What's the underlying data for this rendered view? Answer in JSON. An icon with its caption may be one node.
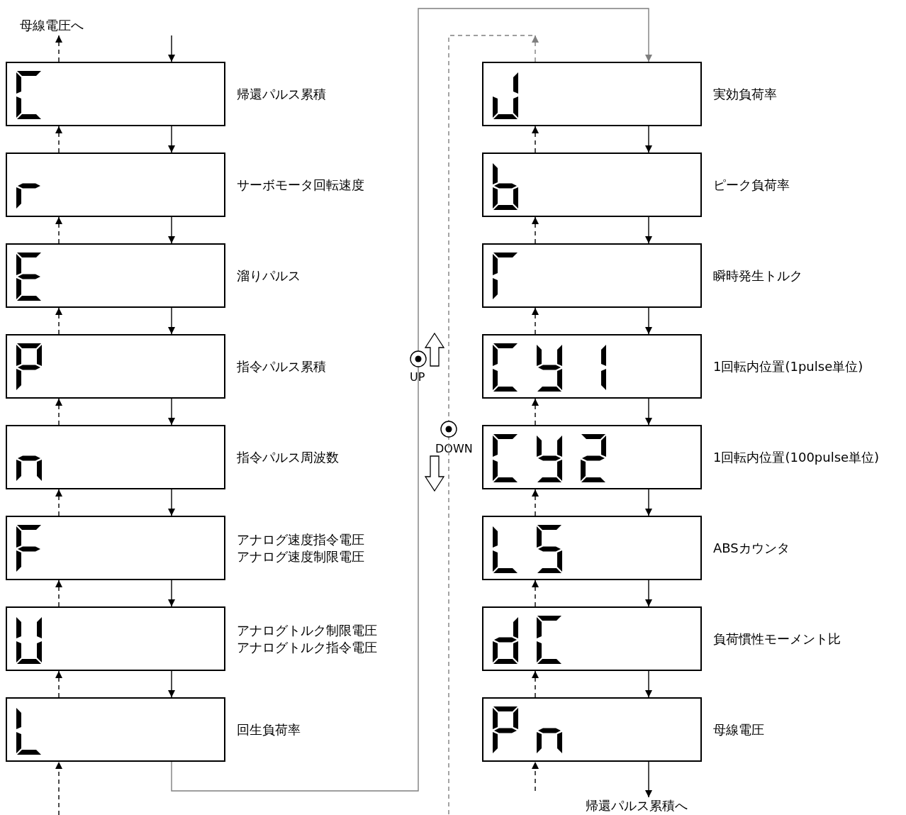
{
  "diagram": {
    "nodes": [
      {
        "text": [
          "母線電圧へ"
        ]
      },
      {
        "text": [
          "帰還パルス累積"
        ]
      },
      {
        "text": [
          "サーボモータ回転速度"
        ]
      },
      {
        "text": [
          "溜りパルス"
        ]
      },
      {
        "text": [
          "指令パルス累積"
        ]
      },
      {
        "text": [
          "指令パルス周波数"
        ]
      },
      {
        "text": [
          "アナログ速度指令電圧",
          "アナログ速度制限電圧"
        ]
      },
      {
        "text": [
          "アナログトルク制限電圧",
          "アナログトルク指令電圧"
        ]
      },
      {
        "text": [
          "回生負荷率"
        ]
      },
      {
        "text": [
          "実効負荷率"
        ]
      },
      {
        "text": [
          "ピーク負荷率"
        ]
      },
      {
        "text": [
          "瞬時発生トルク"
        ]
      },
      {
        "text": [
          "1回転内位置(1pulse単位)"
        ]
      },
      {
        "text": [
          "1回転内位置(100pulse単位)"
        ]
      },
      {
        "text": [
          "ABSカウンタ"
        ]
      },
      {
        "text": [
          "負荷慣性モーメント比"
        ]
      },
      {
        "text": [
          "母線電圧"
        ]
      },
      {
        "text": [
          "帰還パルス累積へ"
        ]
      }
    ],
    "edges": [
      {
        "from": null,
        "to": 1,
        "arrow": "to"
      },
      {
        "from": 1,
        "to": 2,
        "arrow": "to"
      },
      {
        "from": 2,
        "to": 3,
        "arrow": "to"
      },
      {
        "from": 3,
        "to": 4,
        "arrow": "to"
      },
      {
        "from": 4,
        "to": 5,
        "arrow": "to"
      },
      {
        "from": 5,
        "to": 6,
        "arrow": "to"
      },
      {
        "from": 6,
        "to": 7,
        "arrow": "to"
      },
      {
        "from": 7,
        "to": 8,
        "arrow": "to"
      },
      {
        "from": 8,
        "to": 9,
        "arrow": "to",
        "color": "#7f7f7f"
      },
      {
        "from": 9,
        "to": 10,
        "arrow": "to"
      },
      {
        "from": 10,
        "to": 11,
        "arrow": "to"
      },
      {
        "from": 11,
        "to": 12,
        "arrow": "to"
      },
      {
        "from": 12,
        "to": 13,
        "arrow": "to"
      },
      {
        "from": 13,
        "to": 14,
        "arrow": "to"
      },
      {
        "from": 14,
        "to": 15,
        "arrow": "to"
      },
      {
        "from": 15,
        "to": 16,
        "arrow": "to"
      },
      {
        "from": 16,
        "to": 17,
        "arrow": "to"
      },
      {
        "from": 1,
        "to": 0,
        "arrow": "to",
        "style": "dashed"
      },
      {
        "from": 2,
        "to": 1,
        "arrow": "to",
        "style": "dashed"
      },
      {
        "from": 3,
        "to": 2,
        "arrow": "to",
        "style": "dashed"
      },
      {
        "from": 4,
        "to": 3,
        "arrow": "to",
        "style": "dashed"
      },
      {
        "from": 5,
        "to": 4,
        "arrow": "to",
        "style": "dashed"
      },
      {
        "from": 6,
        "to": 5,
        "arrow": "to",
        "style": "dashed"
      },
      {
        "from": 7,
        "to": 6,
        "arrow": "to",
        "style": "dashed"
      },
      {
        "from": 8,
        "to": 7,
        "arrow": "to",
        "style": "dashed"
      },
      {
        "from": null,
        "to": 8,
        "arrow": "to",
        "style": "dashed"
      },
      {
        "from": 9,
        "to": null,
        "arrow": "to",
        "style": "dashed",
        "color": "#7f7f7f"
      },
      {
        "from": 10,
        "to": 9,
        "arrow": "to",
        "style": "dashed"
      },
      {
        "from": 11,
        "to": 10,
        "arrow": "to",
        "style": "dashed"
      },
      {
        "from": 12,
        "to": 11,
        "arrow": "to",
        "style": "dashed"
      },
      {
        "from": 13,
        "to": 12,
        "arrow": "to",
        "style": "dashed"
      },
      {
        "from": 14,
        "to": 13,
        "arrow": "to",
        "style": "dashed"
      },
      {
        "from": 15,
        "to": 14,
        "arrow": "to",
        "style": "dashed"
      },
      {
        "from": 16,
        "to": 15,
        "arrow": "to",
        "style": "dashed"
      },
      {
        "from": null,
        "to": 16,
        "arrow": "to",
        "style": "dashed"
      }
    ],
    "labels": [
      "UP",
      "DOWN"
    ]
  }
}
